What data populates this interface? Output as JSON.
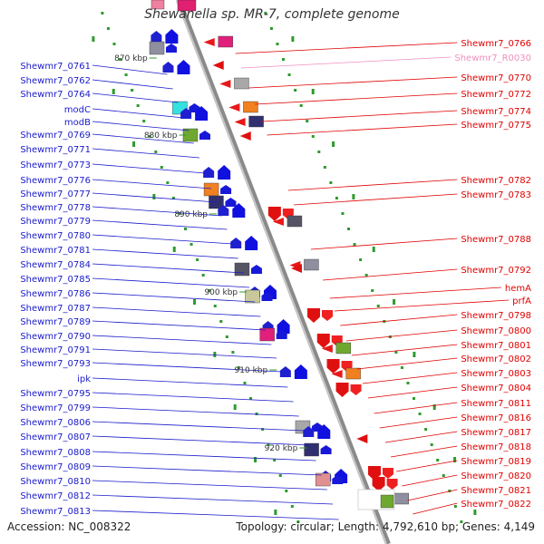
{
  "title": "Shewanella sp. MR-7, complete genome",
  "footer": {
    "accession": "Accession: NC_008322",
    "summary": "Topology: circular; Length: 4,792,610 bp; Genes: 4,149"
  },
  "colors": {
    "left_labels": "#1a1acc",
    "right_labels": "#e00000",
    "rna_label": "#f090c0"
  },
  "scale_marks": [
    "870 kbp",
    "880 kbp",
    "890 kbp",
    "900 kbp",
    "910 kbp",
    "920 kbp"
  ],
  "left_labels": [
    "Shewmr7_0761",
    "Shewmr7_0762",
    "Shewmr7_0764",
    "modC",
    "modB",
    "Shewmr7_0769",
    "Shewmr7_0771",
    "Shewmr7_0773",
    "Shewmr7_0776",
    "Shewmr7_0777",
    "Shewmr7_0778",
    "Shewmr7_0779",
    "Shewmr7_0780",
    "Shewmr7_0781",
    "Shewmr7_0784",
    "Shewmr7_0785",
    "Shewmr7_0786",
    "Shewmr7_0787",
    "Shewmr7_0789",
    "Shewmr7_0790",
    "Shewmr7_0791",
    "Shewmr7_0793",
    "ipk",
    "Shewmr7_0795",
    "Shewmr7_0799",
    "Shewmr7_0806",
    "Shewmr7_0807",
    "Shewmr7_0808",
    "Shewmr7_0809",
    "Shewmr7_0810",
    "Shewmr7_0812",
    "Shewmr7_0813"
  ],
  "right_labels": [
    "Shewmr7_0766",
    "Shewmr7_R0030",
    "Shewmr7_0770",
    "Shewmr7_0772",
    "Shewmr7_0774",
    "Shewmr7_0775",
    "Shewmr7_0782",
    "Shewmr7_0783",
    "Shewmr7_0788",
    "Shewmr7_0792",
    "hemA",
    "prfA",
    "Shewmr7_0798",
    "Shewmr7_0800",
    "Shewmr7_0801",
    "Shewmr7_0802",
    "Shewmr7_0803",
    "Shewmr7_0804",
    "Shewmr7_0811",
    "Shewmr7_0816",
    "Shewmr7_0817",
    "Shewmr7_0818",
    "Shewmr7_0819",
    "Shewmr7_0820",
    "Shewmr7_0821",
    "Shewmr7_0822"
  ]
}
